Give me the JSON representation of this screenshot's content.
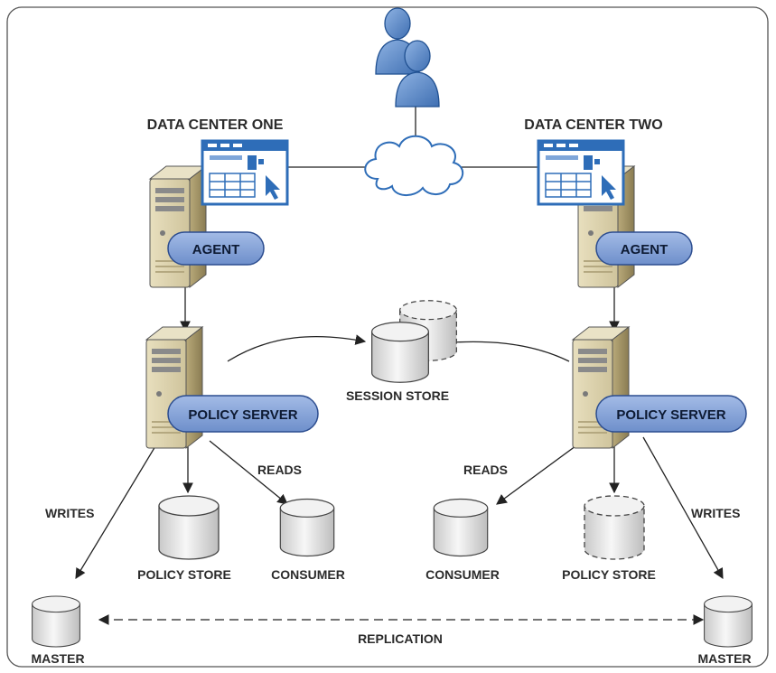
{
  "data_centers": [
    {
      "title": "DATA CENTER ONE",
      "agent_label": "AGENT",
      "policy_server_label": "POLICY SERVER"
    },
    {
      "title": "DATA CENTER TWO",
      "agent_label": "AGENT",
      "policy_server_label": "POLICY SERVER"
    }
  ],
  "session_store_label": "SESSION STORE",
  "edges": {
    "writes_left": "WRITES",
    "reads_left": "READS",
    "reads_right": "READS",
    "writes_right": "WRITES",
    "replication": "REPLICATION"
  },
  "stores": {
    "policy_store_left": "POLICY STORE",
    "consumer_left": "CONSUMER",
    "consumer_right": "CONSUMER",
    "policy_store_right": "POLICY STORE",
    "master_left": "MASTER",
    "master_right": "MASTER"
  },
  "colors": {
    "pill_fill": "#7b9ad2",
    "pill_stroke": "#2c4d8f",
    "users_fill": "#5b87c5",
    "browser_blue": "#2e6db8",
    "line": "#222222"
  },
  "icons": [
    "users-icon",
    "cloud-icon",
    "browser-window-icon",
    "server-icon",
    "database-icon"
  ]
}
